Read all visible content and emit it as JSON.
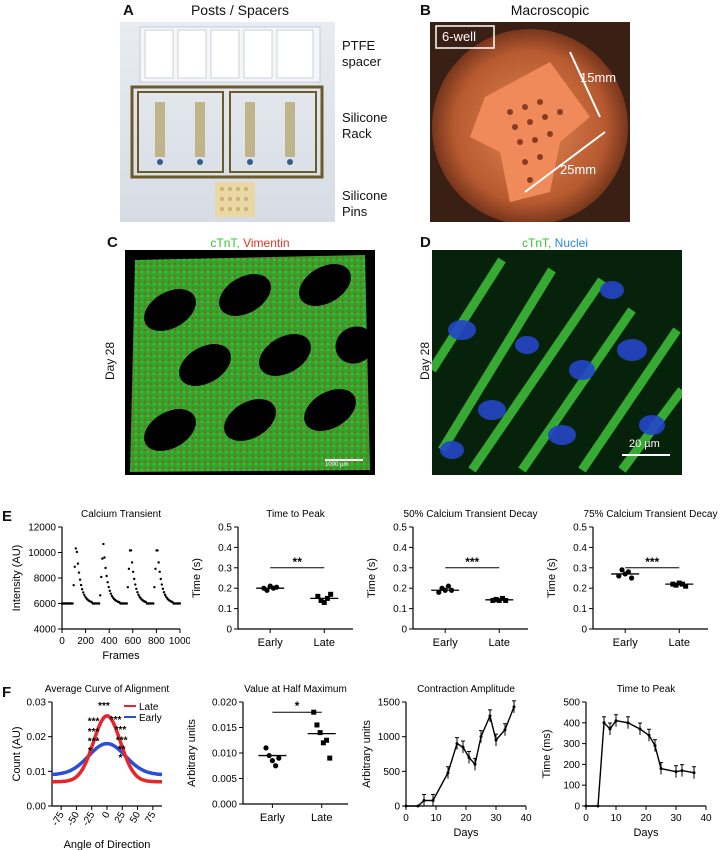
{
  "panels": {
    "A": {
      "letter": "A",
      "title": "Posts / Spacers",
      "labels": [
        "PTFE\nspacer",
        "Silicone\nRack",
        "Silicone\nPins"
      ]
    },
    "B": {
      "letter": "B",
      "title": "Macroscopic",
      "well": "6-well",
      "dim1": "15mm",
      "dim2": "25mm"
    },
    "C": {
      "letter": "C",
      "stain_a": "cTnT, ",
      "stain_b": "Vimentin",
      "day": "Day 28",
      "scale": "1000 µm"
    },
    "D": {
      "letter": "D",
      "stain_a": "cTnT, ",
      "stain_b": "Nuclei",
      "day": "Day 28",
      "scale": "20 µm"
    },
    "E": {
      "letter": "E"
    },
    "F": {
      "letter": "F"
    }
  },
  "colors": {
    "green": "#37c230",
    "red": "#e0322a",
    "blue": "#2a6cd6",
    "late_red": "#e8262a",
    "early_blue": "#2a4fd6"
  },
  "chart_data": [
    {
      "id": "calcium",
      "type": "line",
      "title": "Calcium Transient",
      "xlabel": "Frames",
      "ylabel": "Intensity (AU)",
      "xlim": [
        0,
        1000
      ],
      "ylim": [
        4000,
        12000
      ],
      "xticks": [
        0,
        200,
        400,
        600,
        800,
        1000
      ],
      "yticks": [
        4000,
        6000,
        8000,
        10000,
        12000
      ],
      "peaks": [
        120,
        350,
        580,
        805
      ],
      "baseline": 6000,
      "peak": 10800
    },
    {
      "id": "ttp",
      "type": "scatter",
      "title": "Time to Peak",
      "ylabel": "Time (s)",
      "categories": [
        "Early",
        "Late"
      ],
      "ylim": [
        0,
        0.5
      ],
      "yticks": [
        0.0,
        0.1,
        0.2,
        0.3,
        0.4,
        0.5
      ],
      "sig": "**",
      "series": [
        {
          "values": [
            0.2,
            0.19,
            0.21,
            0.2,
            0.205
          ],
          "mean": 0.2
        },
        {
          "values": [
            0.16,
            0.14,
            0.13,
            0.15,
            0.17
          ],
          "mean": 0.15
        }
      ]
    },
    {
      "id": "d50",
      "type": "scatter",
      "title": "50% Calcium Transient Decay",
      "ylabel": "Time (s)",
      "categories": [
        "Early",
        "Late"
      ],
      "ylim": [
        0,
        0.5
      ],
      "yticks": [
        0.0,
        0.1,
        0.2,
        0.3,
        0.4,
        0.5
      ],
      "sig": "***",
      "series": [
        {
          "values": [
            0.18,
            0.2,
            0.19,
            0.21,
            0.19
          ],
          "mean": 0.19
        },
        {
          "values": [
            0.14,
            0.145,
            0.14,
            0.15,
            0.14
          ],
          "mean": 0.143
        }
      ]
    },
    {
      "id": "d75",
      "type": "scatter",
      "title": "75% Calcium Transient Decay",
      "ylabel": "Time (s)",
      "categories": [
        "Early",
        "Late"
      ],
      "ylim": [
        0,
        0.5
      ],
      "yticks": [
        0.0,
        0.1,
        0.2,
        0.3,
        0.4,
        0.5
      ],
      "sig": "***",
      "series": [
        {
          "values": [
            0.26,
            0.29,
            0.27,
            0.28,
            0.25
          ],
          "mean": 0.27
        },
        {
          "values": [
            0.22,
            0.215,
            0.225,
            0.22,
            0.21
          ],
          "mean": 0.22
        }
      ]
    },
    {
      "id": "align",
      "type": "line",
      "title": "Average Curve of Alignment",
      "xlabel": "Angle of Direction",
      "ylabel": "Count (AU)",
      "xlim": [
        -90,
        90
      ],
      "ylim": [
        0,
        0.03
      ],
      "xticks": [
        -75,
        -50,
        -25,
        0,
        25,
        50,
        75
      ],
      "yticks": [
        0.0,
        0.01,
        0.02,
        0.03
      ],
      "series": [
        {
          "name": "Late",
          "color": "#e8262a",
          "center": 0,
          "peak": 0.026,
          "width": 22,
          "base": 0.007
        },
        {
          "name": "Early",
          "color": "#2a4fd6",
          "center": 0,
          "peak": 0.018,
          "width": 30,
          "base": 0.009
        }
      ],
      "stars": [
        "***",
        "***",
        "***",
        "***",
        "***",
        "***",
        "***",
        "**",
        "*",
        "*"
      ]
    },
    {
      "id": "halfmax",
      "type": "scatter",
      "title": "Value at Half Maximum",
      "ylabel": "Arbitrary units",
      "categories": [
        "Early",
        "Late"
      ],
      "ylim": [
        0,
        0.02
      ],
      "yticks": [
        0.0,
        0.005,
        0.01,
        0.015,
        0.02
      ],
      "sig": "*",
      "series": [
        {
          "values": [
            0.011,
            0.0095,
            0.0085,
            0.0075,
            0.009
          ],
          "mean": 0.0095
        },
        {
          "values": [
            0.018,
            0.0155,
            0.014,
            0.012,
            0.0125,
            0.009
          ],
          "mean": 0.0138
        }
      ]
    },
    {
      "id": "amp",
      "type": "line",
      "title": "Contraction Amplitude",
      "xlabel": "Days",
      "ylabel": "Arbitrary units",
      "xlim": [
        0,
        40
      ],
      "ylim": [
        0,
        1500
      ],
      "xticks": [
        0,
        10,
        20,
        30,
        40
      ],
      "yticks": [
        0,
        500,
        1000,
        1500
      ],
      "x": [
        0,
        4,
        6,
        9,
        14,
        17,
        19,
        21,
        23,
        25,
        28,
        30,
        33,
        36
      ],
      "y": [
        0,
        0,
        80,
        80,
        480,
        900,
        850,
        700,
        600,
        1000,
        1300,
        950,
        1100,
        1430
      ]
    },
    {
      "id": "ttp_days",
      "type": "line",
      "title": "Time to Peak",
      "xlabel": "Days",
      "ylabel": "Time (ms)",
      "xlim": [
        0,
        40
      ],
      "ylim": [
        0,
        500
      ],
      "xticks": [
        0,
        10,
        20,
        30,
        40
      ],
      "yticks": [
        0,
        100,
        200,
        300,
        400,
        500
      ],
      "x": [
        0,
        4,
        6,
        8,
        10,
        14,
        18,
        21,
        23,
        25,
        30,
        32,
        36
      ],
      "y": [
        0,
        0,
        400,
        370,
        410,
        400,
        370,
        340,
        290,
        180,
        165,
        170,
        160
      ]
    }
  ]
}
